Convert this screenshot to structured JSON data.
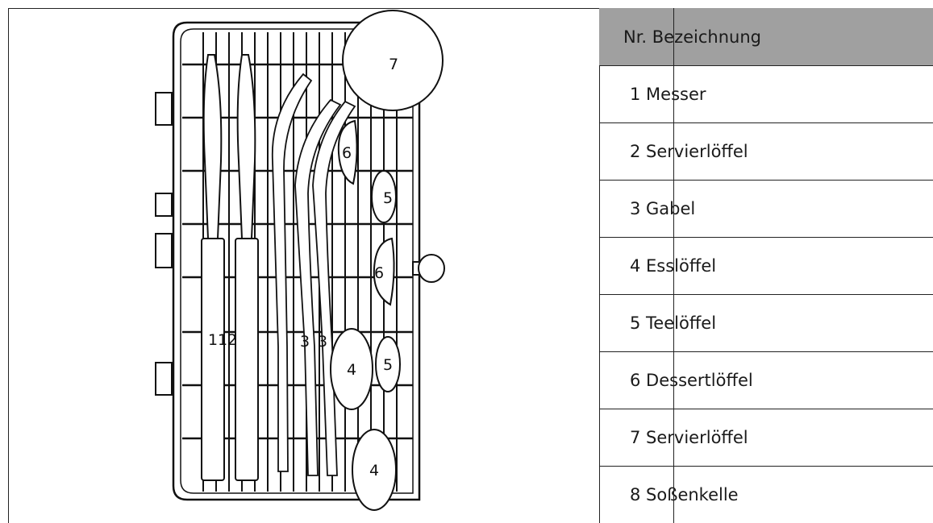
{
  "diagram_labels": {
    "l7": "7",
    "l6a": "6",
    "l5a": "5",
    "l6b": "6",
    "l1": "1",
    "l1b": "1",
    "l2": "2",
    "l3a": "3",
    "l3b": "3",
    "l4a": "4",
    "l5b": "5",
    "l4b": "4"
  },
  "table": {
    "header": "Nr. Bezeichnung",
    "rows": [
      "1 Messer",
      "2 Servierlöffel",
      "3 Gabel",
      "4 Esslöffel",
      "5 Teelöffel",
      "6 Dessertlöffel",
      "7 Servierlöffel",
      "8 Soßenkelle"
    ]
  }
}
